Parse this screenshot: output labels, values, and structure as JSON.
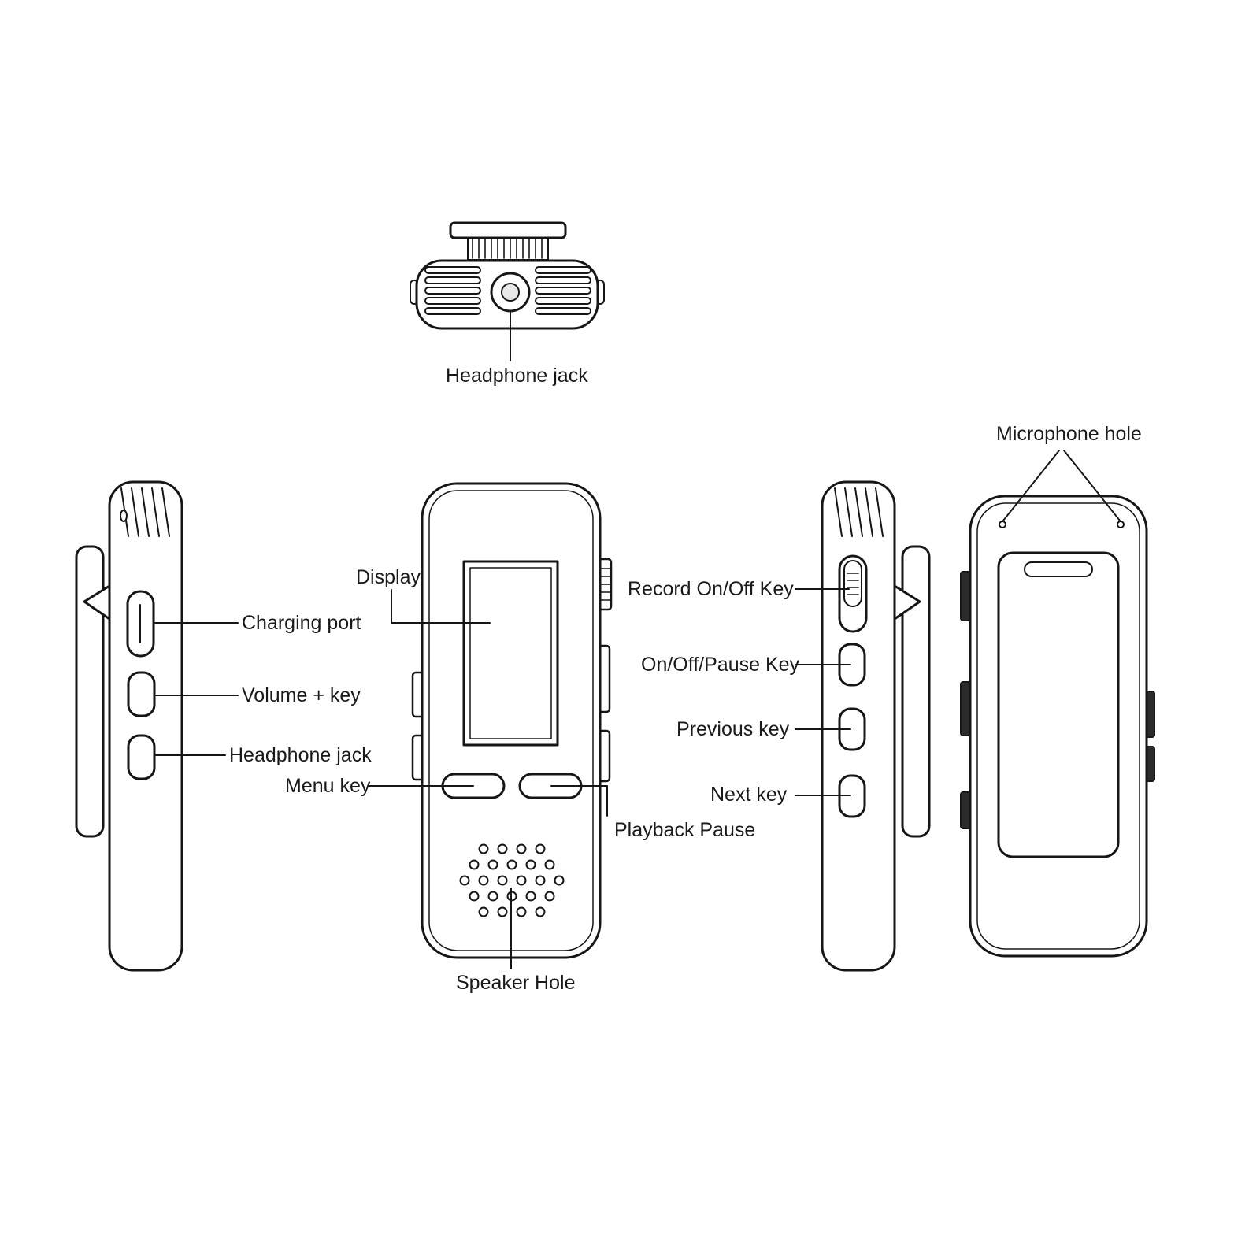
{
  "labels": {
    "top_headphone_jack": "Headphone jack",
    "charging_port": "Charging port",
    "volume_plus_key": "Volume + key",
    "side_headphone_jack": "Headphone jack",
    "display": "Display",
    "menu_key": "Menu key",
    "playback_pause": "Playback Pause",
    "speaker_hole": "Speaker Hole",
    "record_on_off_key": "Record On/Off Key",
    "on_off_pause_key": "On/Off/Pause Key",
    "previous_key": "Previous key",
    "next_key": "Next key",
    "microphone_hole": "Microphone hole"
  },
  "colors": {
    "line": "#161616",
    "background": "#ffffff"
  }
}
